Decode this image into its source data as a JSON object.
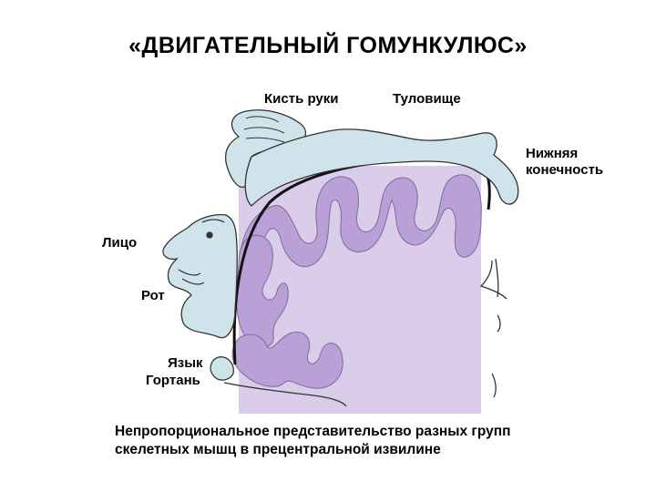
{
  "title": "«ДВИГАТЕЛЬНЫЙ ГОМУНКУЛЮС»",
  "labels": {
    "hand": "Кисть руки",
    "trunk": "Туловище",
    "leg_line1": "Нижняя",
    "leg_line2": "конечность",
    "face": "Лицо",
    "mouth": "Рот",
    "tongue": "Язык",
    "larynx": "Гортань"
  },
  "caption": {
    "line1": "Непропорциональное представительство разных групп",
    "line2": "скелетных мышц в прецентральной извилине"
  },
  "colors": {
    "cortex": "#b9a0d6",
    "cortex_fill": "#d9cdea",
    "body_fill": "#cfe4ea",
    "outline": "#222222"
  }
}
